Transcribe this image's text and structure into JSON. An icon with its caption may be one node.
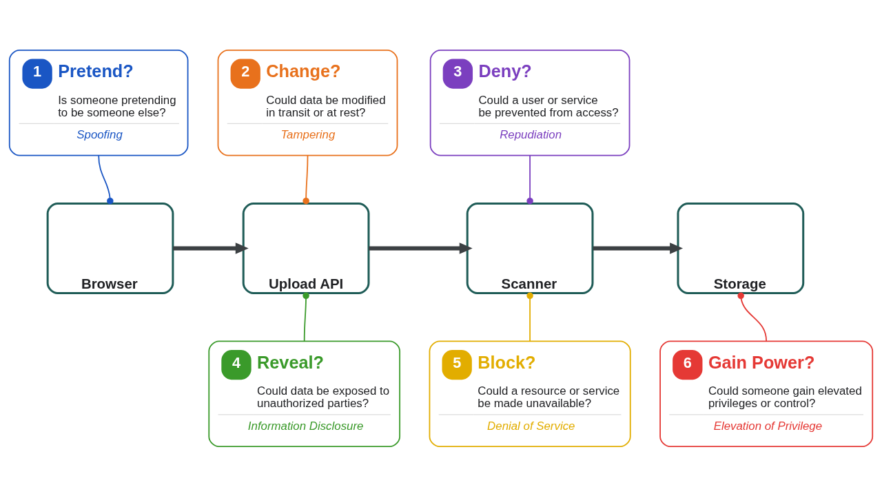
{
  "diagram": {
    "nodes": [
      {
        "text": [
          "1",
          "Pretend?",
          "Is someone pretending to be someone else?",
          "Spoofing"
        ]
      },
      {
        "text": [
          "2",
          "Change?",
          "Could data be modified in transit or at rest?",
          "Tampering"
        ]
      },
      {
        "text": [
          "3",
          "Deny?",
          "Could a user or service be prevented from access?",
          "Repudiation"
        ]
      },
      {
        "text": [
          "Browser"
        ]
      },
      {
        "text": [
          "Upload API"
        ]
      },
      {
        "text": [
          "Scanner"
        ]
      },
      {
        "text": [
          "Storage"
        ]
      },
      {
        "text": [
          "4",
          "Reveal?",
          "Could data be exposed to unauthorized parties?",
          "Information Disclosure"
        ]
      },
      {
        "text": [
          "5",
          "Block?",
          "Could a resource or service be made unavailable?",
          "Denial of Service"
        ]
      },
      {
        "text": [
          "6",
          "Gain Power?",
          "Could someone gain elevated privileges or control?",
          "Elevation of Privilege"
        ]
      }
    ],
    "edges": [
      {
        "from": 3,
        "to": 4,
        "arrow": "to",
        "style": "thick"
      },
      {
        "from": 4,
        "to": 5,
        "arrow": "to",
        "style": "thick"
      },
      {
        "from": 5,
        "to": 6,
        "arrow": "to",
        "style": "thick"
      },
      {
        "from": 0,
        "to": 3,
        "arrow": "other",
        "color": "#1a56c4"
      },
      {
        "from": 1,
        "to": 4,
        "arrow": "other",
        "color": "#e8711c"
      },
      {
        "from": 2,
        "to": 5,
        "arrow": "other",
        "color": "#7b3fbf"
      },
      {
        "from": 7,
        "to": 4,
        "arrow": "other",
        "color": "#3a9a2a"
      },
      {
        "from": 8,
        "to": 5,
        "arrow": "other",
        "color": "#e2ad00"
      },
      {
        "from": 9,
        "to": 6,
        "arrow": "other",
        "color": "#e53935"
      }
    ]
  }
}
